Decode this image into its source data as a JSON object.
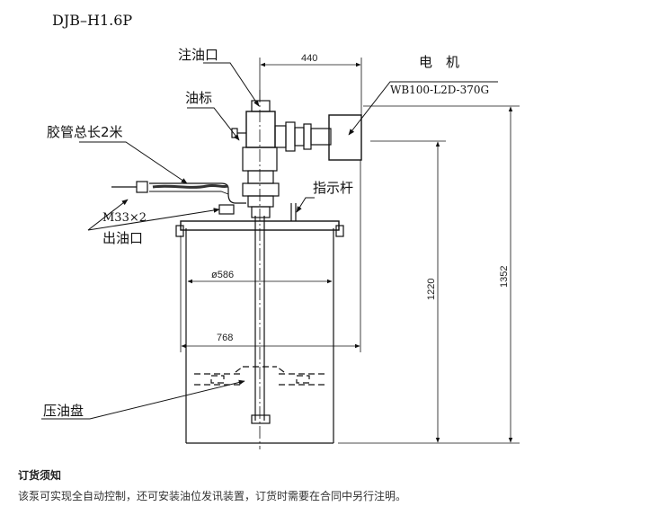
{
  "model": "DJB–H1.6P",
  "labels": {
    "fill_port": "注油口",
    "oil_gauge": "油标",
    "hose_length": "胶管总长2米",
    "thread": "M33×2",
    "outlet": "出油口",
    "indicator_rod": "指示杆",
    "follower_plate": "压油盘",
    "motor": "电　机",
    "motor_model": "WB100-L2D-370G"
  },
  "dimensions": {
    "motor_offset": "440",
    "plate_diameter": "ø586",
    "barrel_width": "768",
    "rod_height": "1220",
    "total_height": "1352"
  },
  "notes": {
    "title": "订货须知",
    "text": "该泵可实现全自动控制，还可安装油位发讯装置，订货时需要在合同中另行注明。"
  }
}
